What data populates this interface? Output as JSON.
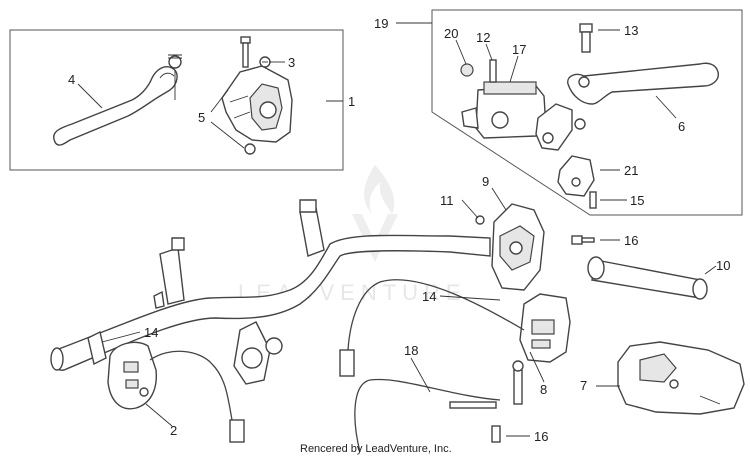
{
  "diagram": {
    "callouts": [
      {
        "id": "c1",
        "label": "1"
      },
      {
        "id": "c2",
        "label": "2"
      },
      {
        "id": "c3",
        "label": "3"
      },
      {
        "id": "c4",
        "label": "4"
      },
      {
        "id": "c5",
        "label": "5"
      },
      {
        "id": "c6",
        "label": "6"
      },
      {
        "id": "c7",
        "label": "7"
      },
      {
        "id": "c8",
        "label": "8"
      },
      {
        "id": "c9",
        "label": "9"
      },
      {
        "id": "c10",
        "label": "10"
      },
      {
        "id": "c11",
        "label": "11"
      },
      {
        "id": "c12",
        "label": "12"
      },
      {
        "id": "c13",
        "label": "13"
      },
      {
        "id": "c14a",
        "label": "14"
      },
      {
        "id": "c14b",
        "label": "14"
      },
      {
        "id": "c15",
        "label": "15"
      },
      {
        "id": "c16a",
        "label": "16"
      },
      {
        "id": "c16b",
        "label": "16"
      },
      {
        "id": "c17",
        "label": "17"
      },
      {
        "id": "c18",
        "label": "18"
      },
      {
        "id": "c19",
        "label": "19"
      },
      {
        "id": "c20",
        "label": "20"
      },
      {
        "id": "c21",
        "label": "21"
      }
    ],
    "watermark": "LEADVENTURE",
    "credit": "Rencered by LeadVenture, Inc."
  }
}
